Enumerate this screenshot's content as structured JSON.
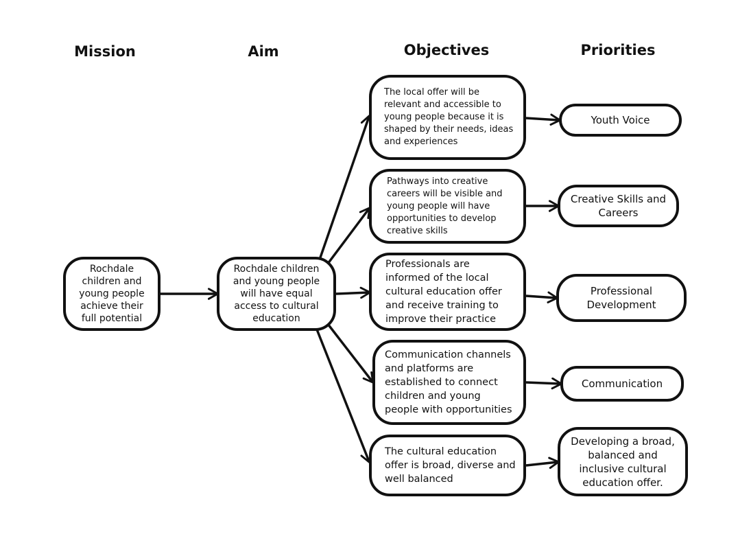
{
  "headings": {
    "mission": "Mission",
    "aim": "Aim",
    "objectives": "Objectives",
    "priorities": "Priorities"
  },
  "mission": {
    "text": "Rochdale children and young people achieve their full potential"
  },
  "aim": {
    "text": "Rochdale children and young people will have equal access to cultural education"
  },
  "objectives": [
    {
      "text": "The local offer will be relevant and accessible to young people because it is shaped by their needs, ideas and experiences"
    },
    {
      "text": "Pathways into creative careers will be visible and young people will have opportunities to develop creative skills"
    },
    {
      "text": "Professionals are informed of the local cultural education offer and receive training to improve their practice"
    },
    {
      "text": "Communication channels and platforms are established to connect children and young people with opportunities"
    },
    {
      "text": "The cultural education offer is broad, diverse and well balanced"
    }
  ],
  "priorities": [
    {
      "text": "Youth Voice"
    },
    {
      "text": "Creative Skills and Careers"
    },
    {
      "text": "Professional Development"
    },
    {
      "text": "Communication"
    },
    {
      "text": "Developing a broad, balanced and inclusive cultural education offer."
    }
  ],
  "colors": {
    "stroke": "#111111",
    "background": "#ffffff"
  }
}
